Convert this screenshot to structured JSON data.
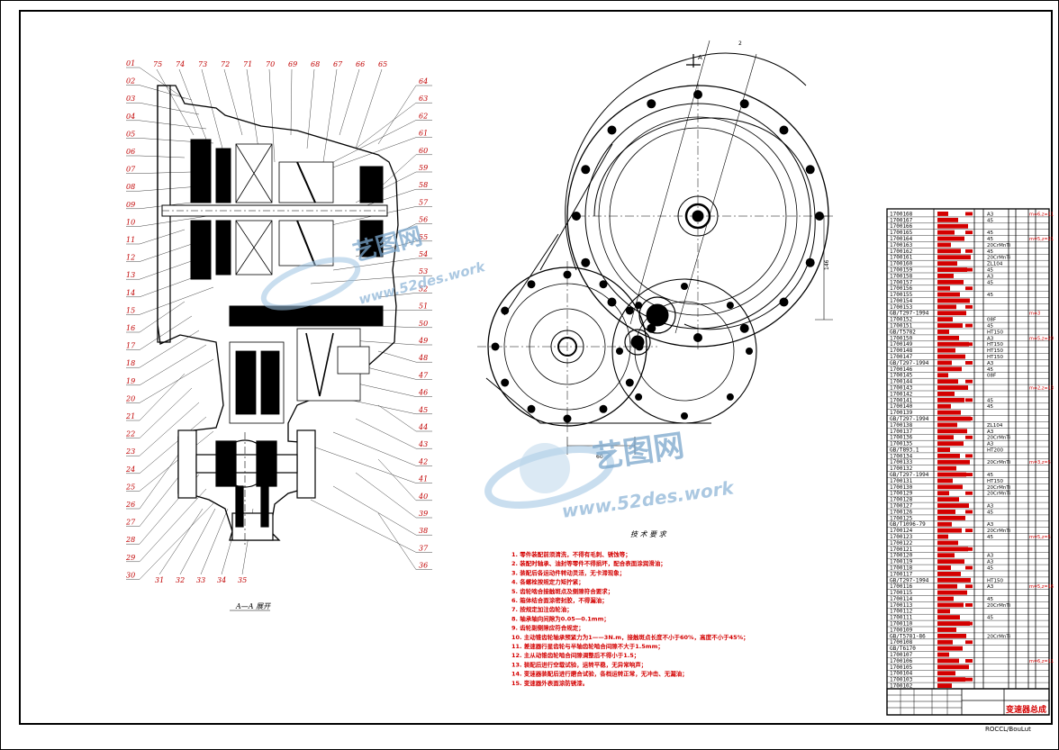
{
  "drawing": {
    "left_view_caption": "A—A 展开",
    "requirements_title": "技 术 要 求",
    "dim_right": "146",
    "dim_bottom": "60",
    "section_mark": "A",
    "small_dim": "2",
    "requirements": [
      "1. 零件装配前须清洗，不得有毛刺、锈蚀等；",
      "2. 装配时轴承、油封等零件不得损坏，配合表面涂润滑油；",
      "3. 装配后各运动件转动灵活，无卡滞现象；",
      "4. 各螺栓按规定力矩拧紧；",
      "5. 齿轮啮合接触斑点及侧隙符合要求；",
      "6. 箱体结合面涂密封胶，不得漏油；",
      "7. 按规定加注齿轮油；",
      "8. 轴承轴向间隙为0.05—0.1mm；",
      "9. 齿轮副侧隙应符合规定；",
      "10. 主动锥齿轮轴承预紧力为1——3N.m，接触斑点长度不小于60%，高度不小于45%；",
      "11. 差速器行星齿轮与半轴齿轮啮合间隙不大于1.5mm；",
      "12. 主从动锥齿轮啮合间隙调整后不得小于1.5；",
      "13. 装配后进行空载试验，运转平稳，无异常响声；",
      "14. 变速器装配后进行磨合试验，各档运转正常，无冲击、无漏油；",
      "15. 变速器外表面涂防锈漆。"
    ]
  },
  "left_labels": [
    "01",
    "02",
    "03",
    "04",
    "05",
    "06",
    "07",
    "08",
    "09",
    "10",
    "11",
    "12",
    "13",
    "14",
    "15",
    "16",
    "17",
    "18",
    "19",
    "20",
    "21",
    "22",
    "23",
    "24",
    "25",
    "26",
    "27",
    "28",
    "29",
    "30"
  ],
  "bottom_labels": [
    "31",
    "32",
    "33",
    "34",
    "35"
  ],
  "top_labels": [
    "75",
    "74",
    "73",
    "72",
    "71",
    "70",
    "69",
    "68",
    "67",
    "66",
    "65"
  ],
  "right_labels": [
    "64",
    "63",
    "62",
    "61",
    "60",
    "59",
    "58",
    "57",
    "56",
    "55",
    "54",
    "53",
    "52",
    "51",
    "50",
    "49",
    "48",
    "47",
    "46",
    "45",
    "44",
    "43",
    "42",
    "41",
    "40",
    "39",
    "38",
    "37",
    "36"
  ],
  "bom_codes": [
    "1700168",
    "1700167",
    "1700166",
    "1700165",
    "1700164",
    "1700163",
    "1700162",
    "1700161",
    "1700160",
    "1700159",
    "1700158",
    "1700157",
    "1700156",
    "1700155",
    "1700154",
    "1700153",
    "GB/T297-1994",
    "1700152",
    "1700151",
    "GB/T5782",
    "1700150",
    "1700149",
    "1700148",
    "1700147",
    "GB/T297-1994",
    "1700146",
    "1700145",
    "1700144",
    "1700143",
    "1700142",
    "1700141",
    "1700140",
    "1700139",
    "GB/T297-1994",
    "1700138",
    "1700137",
    "1700136",
    "1700135",
    "GB/T893.1",
    "1700134",
    "1700133",
    "1700132",
    "GB/T297-1994",
    "1700131",
    "1700130",
    "1700129",
    "1700128",
    "1700127",
    "1700126",
    "1700125",
    "GB/T1096-79",
    "1700124",
    "1700123",
    "1700122",
    "1700121",
    "1700120",
    "1700119",
    "1700118",
    "1700117",
    "GB/T297-1994",
    "1700116",
    "1700115",
    "1700114",
    "1700113",
    "1700112",
    "1700111",
    "1700110",
    "1700109",
    "GB/T5781-86",
    "1700108",
    "GB/T6170",
    "1700107",
    "1700106",
    "1700105",
    "1700104",
    "1700103",
    "1700102"
  ],
  "bom_materials": [
    "A3",
    "45",
    "",
    "45",
    "45",
    "20CrMnTi",
    "45",
    "20CrMnTi",
    "ZL104",
    "45",
    "A3",
    "45",
    "",
    "45",
    "",
    "",
    "",
    "08F",
    "45",
    "HT150",
    "A3",
    "HT150",
    "HT150",
    "HT150",
    "A3",
    "45",
    "08F",
    "",
    "",
    "",
    "45",
    "45",
    "",
    "",
    "ZL104",
    "A3",
    "20CrMnTi",
    "A3",
    "HT200",
    "",
    "20CrMnTi",
    "",
    "45",
    "HT150",
    "20CrMnTi",
    "20CrMnTi",
    "",
    "A3",
    "45",
    "",
    "A3",
    "20CrMnTi",
    "45",
    "",
    "",
    "A3",
    "A3",
    "45",
    "",
    "HT150",
    "A3",
    "",
    "45",
    "20CrMnTi",
    "",
    "45",
    "",
    "",
    "20CrMnTi",
    ""
  ],
  "bom_notes": [
    "m=6,z=11",
    "m=5,z=21",
    "",
    "",
    "m=3",
    "m=5,z=20",
    "",
    "m=2,z=13",
    "",
    "",
    "m=3,z=5",
    "",
    "",
    "m=5,z=5",
    "",
    "m=5,z=16",
    "",
    "",
    "m=6,z=11",
    ""
  ],
  "title_block": {
    "name": "变速器总成",
    "code": "ROCCL/BouLut"
  },
  "watermarks": [
    {
      "cn": "艺图网",
      "site": "www.52des.work"
    },
    {
      "cn": "艺图网",
      "site": "www.52des.work"
    }
  ],
  "colors": {
    "line": "#000000",
    "annotation": "#d40000",
    "watermark": "#7aa6cc"
  }
}
